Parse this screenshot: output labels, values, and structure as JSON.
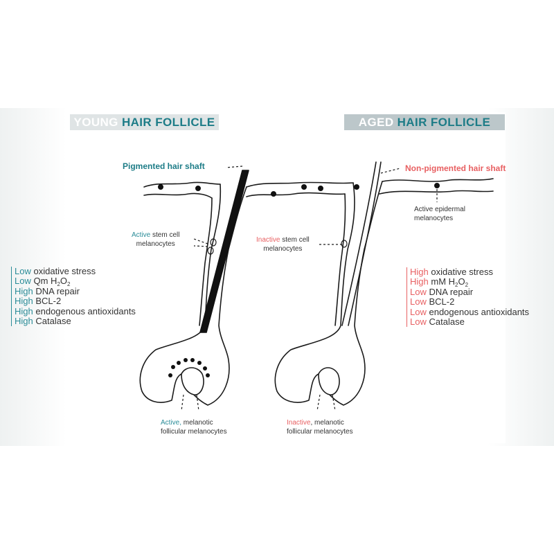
{
  "young": {
    "header_word1": "YOUNG",
    "header_word2": "HAIR FOLLICLE",
    "shaft_label": "Pigmented hair shaft",
    "stem_cell_active": "Active",
    "stem_cell_rest": " stem cell",
    "stem_cell_line2": "melanocytes",
    "follicular_active": "Active,",
    "follicular_rest": " melanotic",
    "follicular_line2": "follicular melanocytes",
    "status": [
      {
        "level": "Low",
        "text": "oxidative stress"
      },
      {
        "level": "Low",
        "text": "Qm H",
        "sub1": "2",
        "mid": "O",
        "sub2": "2"
      },
      {
        "level": "High",
        "text": "DNA repair"
      },
      {
        "level": "High",
        "text": "BCL-2"
      },
      {
        "level": "High",
        "text": "endogenous antioxidants"
      },
      {
        "level": "High",
        "text": "Catalase"
      }
    ]
  },
  "aged": {
    "header_word1": "AGED",
    "header_word2": "HAIR FOLLICLE",
    "shaft_label": "Non-pigmented hair shaft",
    "stem_cell_inactive": "Inactive",
    "stem_cell_rest": " stem cell",
    "stem_cell_line2": "melanocytes",
    "epidermal_line1": "Active epidermal",
    "epidermal_line2": "melanocytes",
    "follicular_inactive": "Inactive",
    "follicular_rest": ", melanotic",
    "follicular_line2": "follicular melanocytes",
    "status": [
      {
        "level": "High",
        "text": "oxidative stress"
      },
      {
        "level": "High",
        "text": "mM H",
        "sub1": "2",
        "mid": "O",
        "sub2": "2"
      },
      {
        "level": "Low",
        "text": "DNA repair"
      },
      {
        "level": "Low",
        "text": "BCL-2"
      },
      {
        "level": "Low",
        "text": "endogenous antioxidants"
      },
      {
        "level": "Low",
        "text": "Catalase"
      }
    ]
  },
  "colors": {
    "teal": "#1d7c87",
    "teal_light": "#2a8c98",
    "red": "#e86062",
    "young_header_bg": "#dfe4e5",
    "aged_header_bg": "#bcc7ca"
  }
}
